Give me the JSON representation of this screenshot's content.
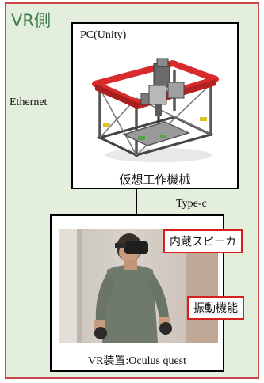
{
  "vr_side_label": "VR側",
  "ethernet_label": "Ethernet",
  "pc_box": {
    "title": "PC(Unity)",
    "machine_label": "仮想工作機械"
  },
  "connector_label": "Type-c",
  "vr_device": {
    "label": "VR装置:Oculus quest",
    "callouts": {
      "speaker": "内蔵スピーカ",
      "vibration": "振動機能"
    }
  },
  "colors": {
    "panel_background": "#e3efdc",
    "panel_border": "#c9494a",
    "callout_border": "#d62020",
    "machine_frame": "#d92b2b"
  }
}
